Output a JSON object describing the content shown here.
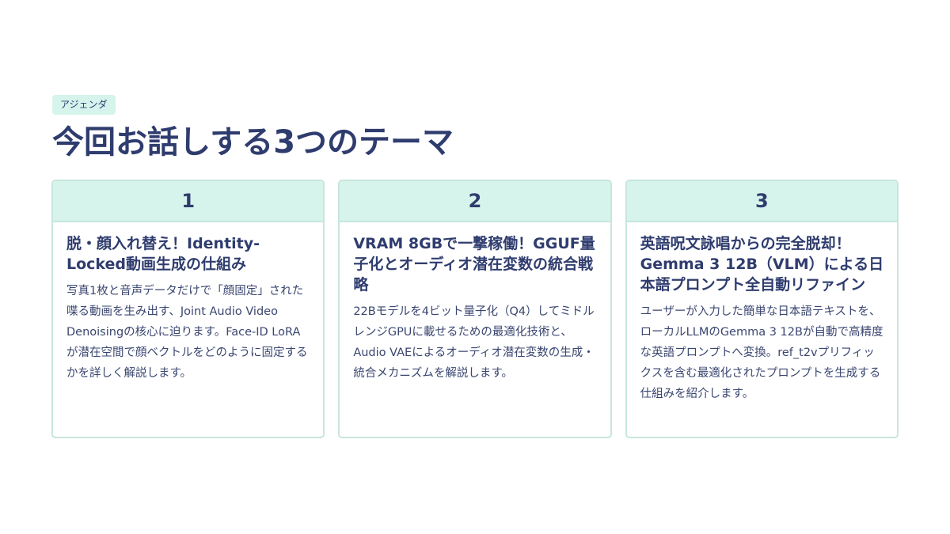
{
  "slide": {
    "tag": "アジェンダ",
    "title": "今回お話しする3つのテーマ",
    "cards": [
      {
        "number": "1",
        "heading": "脱・顔入れ替え！Identity-Locked動画生成の仕組み",
        "text": "写真1枚と音声データだけで「顔固定」された喋る動画を生み出す、Joint Audio Video Denoisingの核心に迫ります。Face-ID LoRAが潜在空間で顔ベクトルをどのように固定するかを詳しく解説します。"
      },
      {
        "number": "2",
        "heading": "VRAM 8GBで一撃稼働！GGUF量子化とオーディオ潜在変数の統合戦略",
        "text": "22Bモデルを4ビット量子化（Q4）してミドルレンジGPUに載せるための最適化技術と、Audio VAEによるオーディオ潜在変数の生成・統合メカニズムを解説します。"
      },
      {
        "number": "3",
        "heading": "英語呪文詠唱からの完全脱却！Gemma 3 12B（VLM）による日本語プロンプト全自動リファイン",
        "text": "ユーザーが入力した簡単な日本語テキストを、ローカルLLMのGemma 3 12Bが自動で高精度な英語プロンプトへ変換。ref_t2vプリフィックスを含む最適化されたプロンプトを生成する仕組みを紹介します。"
      }
    ]
  },
  "colors": {
    "text": "#2f3c6e",
    "accent_bg": "#d6f3ec",
    "border": "#c7e6dd"
  }
}
